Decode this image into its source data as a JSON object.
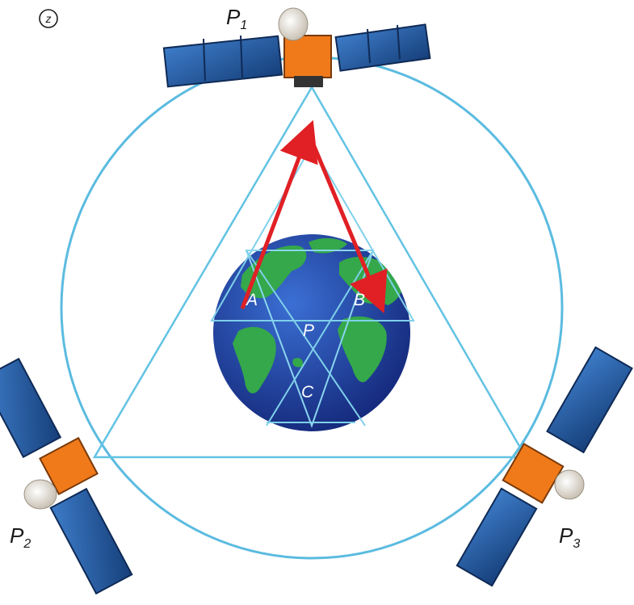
{
  "figure": {
    "corner_mark": "z",
    "satellites": [
      {
        "label": "P",
        "subscript": "1"
      },
      {
        "label": "P",
        "subscript": "2"
      },
      {
        "label": "P",
        "subscript": "3"
      }
    ],
    "earth_points": {
      "a": "A",
      "b": "B",
      "c": "C",
      "center": "P"
    }
  },
  "colors": {
    "orbit": "#5bbbe0",
    "triangle": "#62c3e3",
    "arrow": "#e02025",
    "ocean": "#1d3a9a",
    "land": "#34a84a",
    "panel": "#1f5fa5",
    "satellite_body": "#f07a1a"
  },
  "icons": {
    "satellites": "satellite-icon",
    "earth": "globe-icon",
    "corner": "circled-letter-icon"
  }
}
